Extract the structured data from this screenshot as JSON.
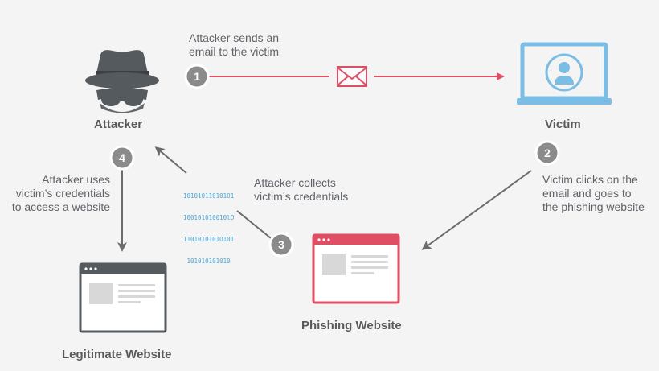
{
  "nodes": {
    "attacker": {
      "title": "Attacker",
      "icon": "hat-spy-icon"
    },
    "victim": {
      "title": "Victim",
      "icon": "laptop-user-icon"
    },
    "phishing": {
      "title": "Phishing Website",
      "icon": "browser-window-icon"
    },
    "legitimate": {
      "title": "Legitimate Website",
      "icon": "browser-window-icon"
    }
  },
  "steps": [
    {
      "number": "1",
      "lines": [
        "Attacker sends an",
        "email to the victim"
      ]
    },
    {
      "number": "2",
      "lines": [
        "Victim clicks on the",
        "email and goes to",
        "the phishing website"
      ]
    },
    {
      "number": "3",
      "lines": [
        "Attacker collects",
        "victim’s credentials"
      ]
    },
    {
      "number": "4",
      "lines": [
        "Attacker uses",
        "victim’s credentials",
        "to access a website"
      ]
    }
  ],
  "binary_lines": [
    "101010110101O1",
    "100101010010lO",
    "1101010101O101",
    "101010101010"
  ],
  "colors": {
    "background": "#f4f4f4",
    "red_accent": "#e04e64",
    "victim_blue": "#7bbde4",
    "gray_icon": "#555a5f",
    "badge_gray": "#8b8b8b",
    "arrow_gray": "#6b6b6b",
    "binary_blue": "#4aa8d8"
  }
}
